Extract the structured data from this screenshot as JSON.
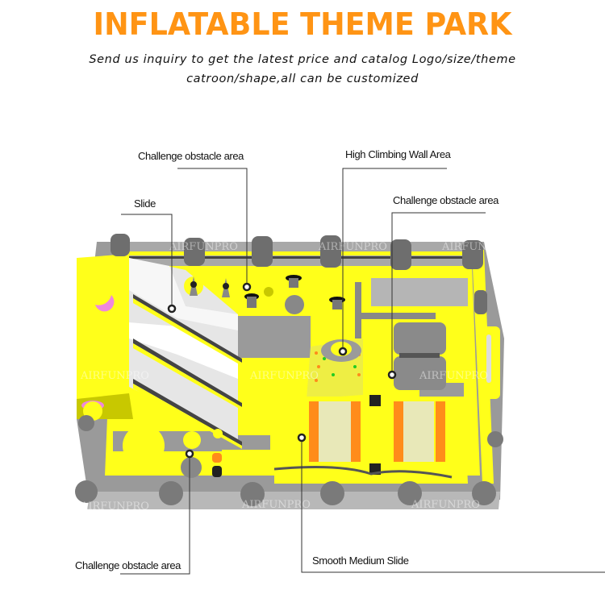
{
  "header": {
    "title": "INFLATABLE THEME PARK",
    "subtitle_line1": "Send us inquiry to get the latest price and catalog Logo/size/theme",
    "subtitle_line2": "catroon/shape,all can be customized"
  },
  "callouts": [
    {
      "label": "Challenge obstacle area",
      "position": "top-left"
    },
    {
      "label": "Slide",
      "position": "left"
    },
    {
      "label": "High Climbing Wall Area",
      "position": "top-center"
    },
    {
      "label": "Challenge obstacle area",
      "position": "top-right"
    },
    {
      "label": "Challenge obstacle area",
      "position": "bottom-left"
    },
    {
      "label": "Smooth Medium Slide",
      "position": "bottom-center"
    }
  ],
  "watermark": "AIRFUNPRO",
  "colors": {
    "title": "#ff9414",
    "inflatable_yellow": "#ffff1a",
    "inflatable_gray": "#9a9a9a",
    "slide_white": "#f2f2f2",
    "accent_orange": "#ff8c1a",
    "accent_pink": "#ee88dd"
  }
}
